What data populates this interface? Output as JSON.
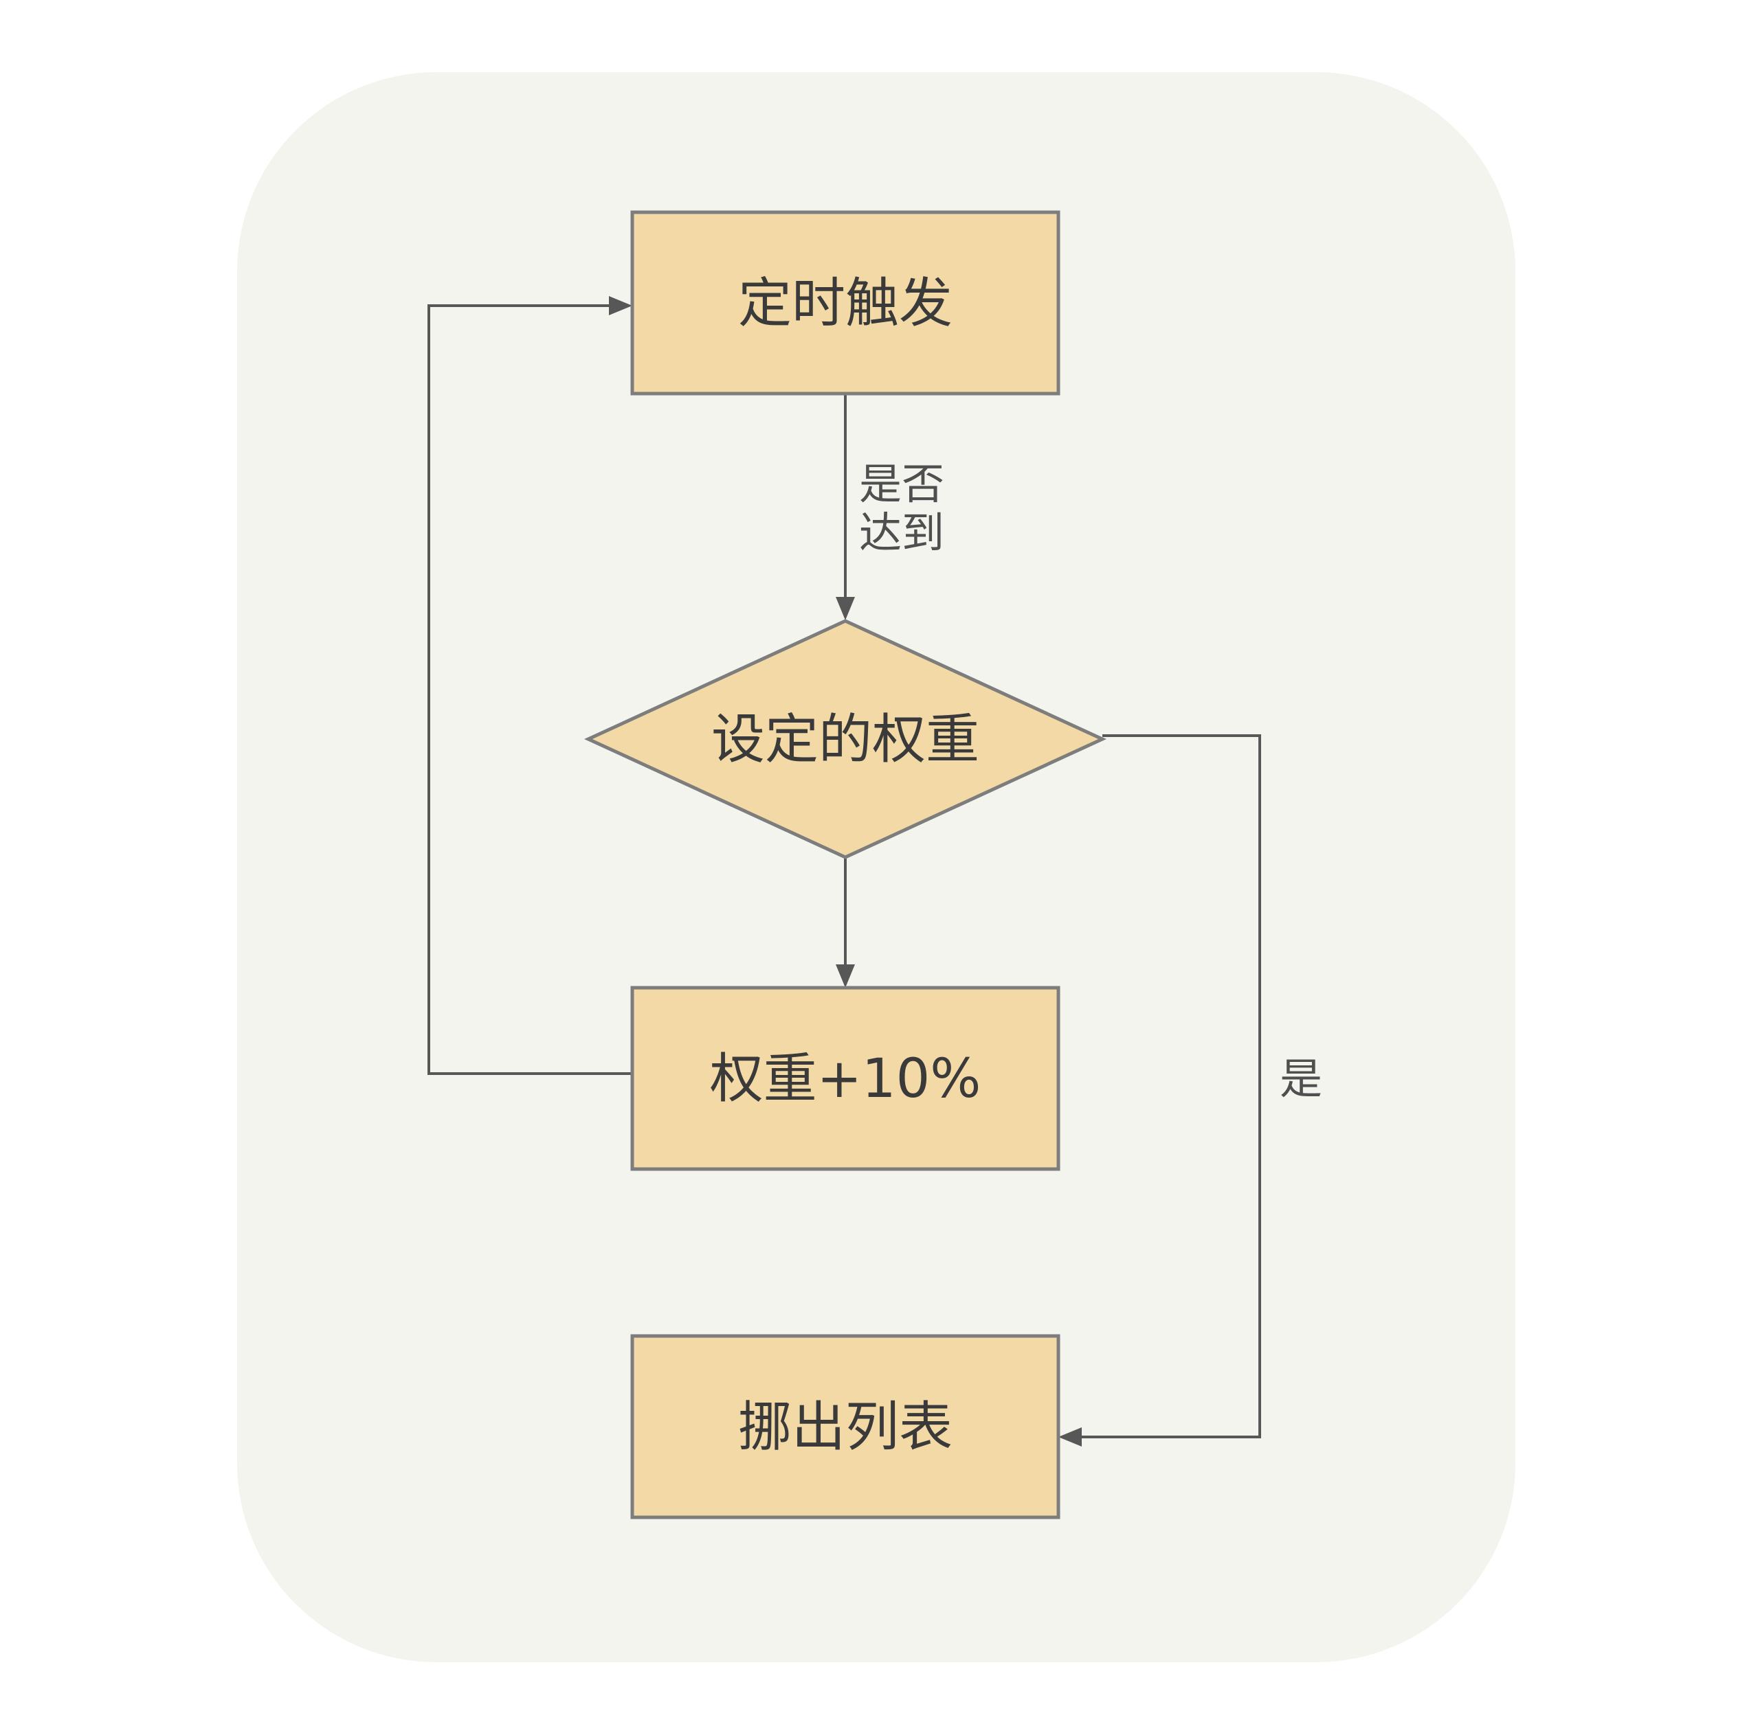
{
  "colors": {
    "page_bg": "#FFFFFF",
    "panel_bg": "#F4F4EF",
    "node_fill": "#F2D9A6",
    "node_border": "#7D7D7D",
    "edge_line": "#575757",
    "node_text": "#3A3A3A",
    "edge_label_text": "#4F4F4F"
  },
  "nodes": {
    "timer_trigger": {
      "label": "定时触发",
      "shape": "rectangle"
    },
    "weight_decision": {
      "label": "设定的权重",
      "shape": "diamond"
    },
    "weight_increase": {
      "label": "权重+10%",
      "shape": "rectangle"
    },
    "remove_from_list": {
      "label": "挪出列表",
      "shape": "rectangle"
    }
  },
  "edges": {
    "timer_to_decision": {
      "label_line1": "是否",
      "label_line2": "达到"
    },
    "decision_to_remove": {
      "label": "是"
    }
  }
}
